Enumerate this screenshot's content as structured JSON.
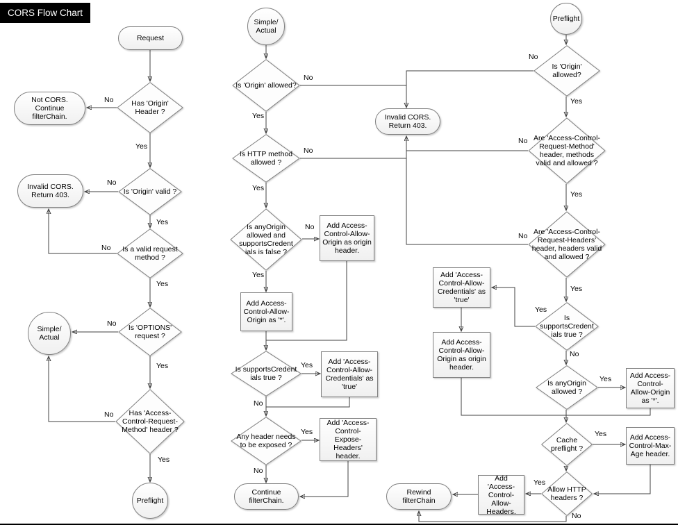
{
  "title": "CORS Flow Chart",
  "nodes": {
    "request": "Request",
    "has_origin_header": "Has 'Origin' Header ?",
    "not_cors": "Not CORS. Continue filterChain.",
    "is_origin_valid": "Is 'Origin' valid ?",
    "invalid_cors_1": "Invalid CORS. Return 403.",
    "is_valid_method": "Is a valid request method ?",
    "is_options": "Is 'OPTIONS' request ?",
    "simple_actual_1": "Simple/ Actual",
    "has_acrm_header": "Has 'Access-Control-Request-Method' header ?",
    "preflight_1": "Preflight",
    "simple_actual_2": "Simple/ Actual",
    "is_origin_allowed_2": "Is 'Origin' allowed?",
    "invalid_cors_2": "Invalid CORS. Return 403.",
    "is_method_allowed": "Is HTTP method allowed ?",
    "is_anyorigin_and_cred": "Is anyOrigin allowed and supportsCredent ials is false ?",
    "add_origin_header_2": "Add Access-Control-Allow-Origin as origin header.",
    "add_origin_star_2": "Add Access-Control-Allow-Origin as '*'.",
    "is_supports_cred_2": "Is supportsCredent ials true ?",
    "add_credentials_2": "Add 'Access-Control-Allow-Credentials' as 'true'",
    "any_header_exposed": "Any header needs to be exposed ?",
    "add_expose_headers": "Add 'Access-Control-Expose-Headers' header.",
    "continue_filterchain": "Continue filterChain.",
    "preflight_2": "Preflight",
    "is_origin_allowed_3": "Is 'Origin' allowed?",
    "are_acrm_valid": "Are 'Access-Control-Request-Method' header, methods  valid and allowed ?",
    "are_acrh_valid": "Are 'Access-Control-Request-Headers' header, headers valid and allowed ?",
    "add_credentials_3": "Add 'Access-Control-Allow-Credentials' as 'true'",
    "is_supports_cred_3": "Is supportsCredent ials true ?",
    "add_origin_header_3": "Add Access-Control-Allow-Origin as origin header.",
    "is_anyorigin_3": "Is anyOrigin allowed ?",
    "add_origin_star_3": "Add Access-Control-Allow-Origin as '*'.",
    "cache_preflight": "Cache preflight ?",
    "add_max_age": "Add Access-Control-Max-Age header.",
    "allow_http_headers": "Allow HTTP headers ?",
    "add_allow_headers": "Add 'Access-Control-Allow-Headers.",
    "rewind_filterchain": "Rewind filterChain"
  },
  "edge_labels": [
    "No",
    "Yes",
    "No",
    "Yes",
    "No",
    "Yes",
    "No",
    "Yes",
    "No",
    "Yes",
    "No",
    "Yes",
    "No",
    "Yes",
    "No",
    "Yes",
    "Yes",
    "No",
    "Yes",
    "No",
    "No",
    "Yes",
    "No",
    "Yes",
    "No",
    "Yes",
    "Yes",
    "No",
    "Yes",
    "Yes",
    "Yes",
    "No"
  ]
}
